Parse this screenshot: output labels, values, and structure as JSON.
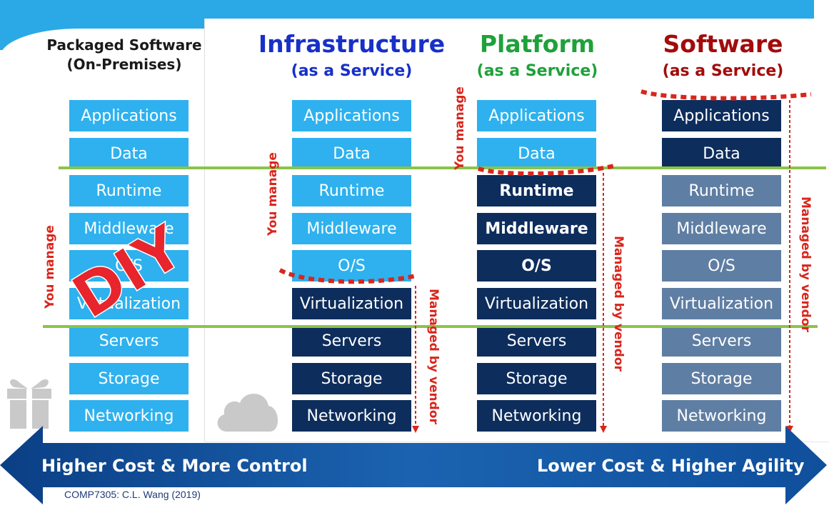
{
  "colors": {
    "infrastructure": "#1730c8",
    "platform": "#1fa13a",
    "software": "#a30b0b",
    "light_box": "#2eb1ee",
    "navy_box": "#0d2d5c",
    "gray_box": "#5f7ea3",
    "red_annotation": "#d9261c",
    "green_line": "#8bc34a"
  },
  "packaged": {
    "title_line1": "Packaged Software",
    "title_line2": "(On-Premises)",
    "stamp": "DIY",
    "you_manage": "You manage",
    "icon": "gift-icon"
  },
  "iaas": {
    "title": "Infrastructure",
    "subtitle": "(as a Service)",
    "you_manage": "You manage",
    "vendor": "Managed by vendor",
    "icon": "cloud-icon"
  },
  "paas": {
    "title": "Platform",
    "subtitle": "(as a Service)",
    "you_manage": "You manage",
    "vendor": "Managed by vendor"
  },
  "saas": {
    "title": "Software",
    "subtitle": "(as a Service)",
    "vendor": "Managed by vendor"
  },
  "layers": [
    "Applications",
    "Data",
    "Runtime",
    "Middleware",
    "O/S",
    "Virtualization",
    "Servers",
    "Storage",
    "Networking"
  ],
  "arrow": {
    "left_label": "Higher Cost & More Control",
    "right_label": "Lower Cost & Higher Agility"
  },
  "footer": "COMP7305: C.L. Wang (2019)"
}
